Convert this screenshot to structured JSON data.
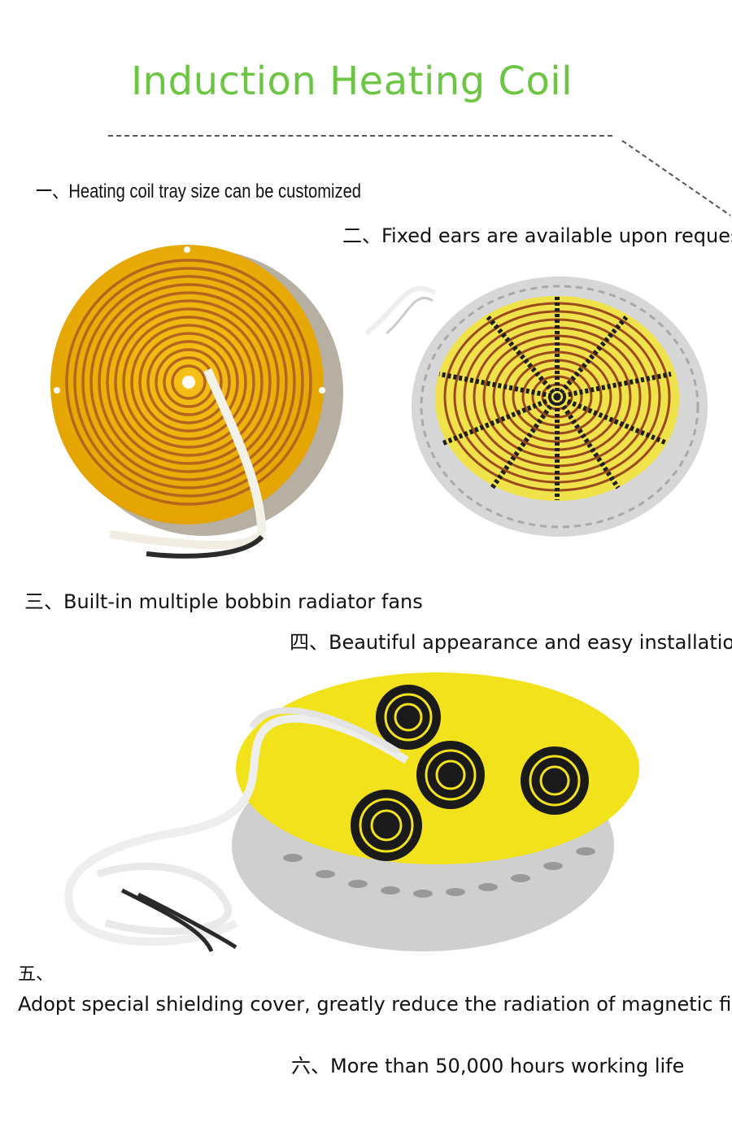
{
  "title": "Induction Heating Coil",
  "features": [
    "一、Heating coil tray size can be customized",
    "二、Fixed ears are available upon request",
    "三、Built-in multiple bobbin radiator fans",
    "四、Beautiful appearance and easy installation",
    "五、",
    "Adopt special shielding cover, greatly reduce the radiation of magnetic field",
    "六、More than 50,000 hours working life"
  ],
  "colors": {
    "title": "#6cc644",
    "coil_tray": "#f0b400",
    "copper": "#b5651d",
    "plate_yellow": "#f2e21c",
    "shield": "#c8c8c8"
  }
}
